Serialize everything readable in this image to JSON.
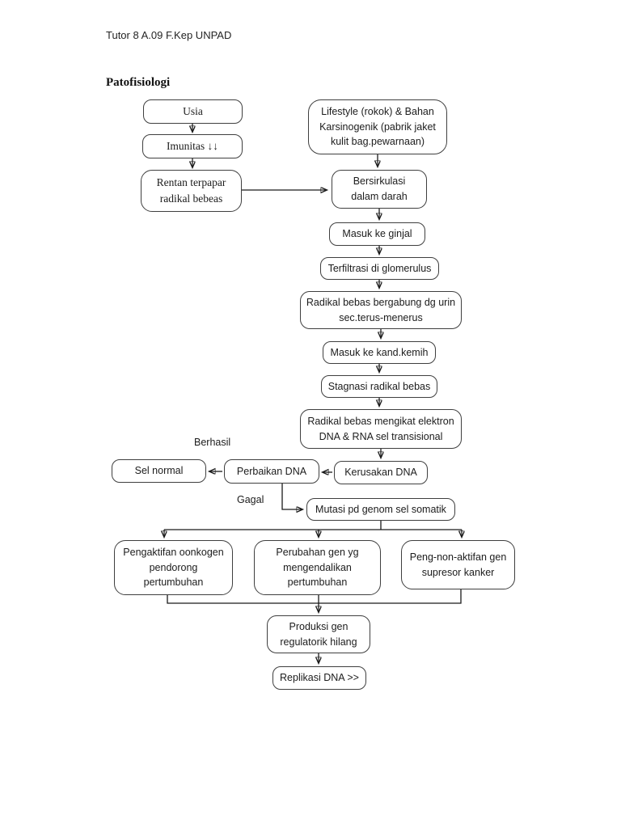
{
  "page": {
    "header": "Tutor 8 A.09 F.Kep UNPAD",
    "title": "Patofisiologi"
  },
  "colors": {
    "background": "#ffffff",
    "box_border": "#3f3f3f",
    "line": "#1a1a1a",
    "text": "#1c1c1c"
  },
  "nodes": {
    "usia": {
      "label": "Usia"
    },
    "imunitas": {
      "label": "Imunitas ↓↓"
    },
    "rentan": {
      "label": "Rentan terpapar\nradikal bebeas"
    },
    "lifestyle": {
      "label": "Lifestyle (rokok) & Bahan\nKarsinogenik (pabrik jaket\nkulit bag.pewarnaan)"
    },
    "bersirkulasi": {
      "label": "Bersirkulasi\ndalam darah"
    },
    "ginjal": {
      "label": "Masuk ke ginjal"
    },
    "terfiltrasi": {
      "label": "Terfiltrasi di glomerulus"
    },
    "bergabung": {
      "label": "Radikal bebas bergabung dg urin\nsec.terus-menerus"
    },
    "kandkemih": {
      "label": "Masuk ke kand.kemih"
    },
    "stagnasi": {
      "label": "Stagnasi radikal bebas"
    },
    "mengikat": {
      "label": "Radikal bebas mengikat elektron\nDNA & RNA sel transisional"
    },
    "selnormal": {
      "label": "Sel normal"
    },
    "perbaikan": {
      "label": "Perbaikan DNA"
    },
    "kerusakan": {
      "label": "Kerusakan DNA"
    },
    "mutasi": {
      "label": "Mutasi pd genom sel somatik"
    },
    "pengaktifan": {
      "label": "Pengaktifan oonkogen\npendorong\npertumbuhan"
    },
    "perubahan": {
      "label": "Perubahan gen yg\nmengendalikan\npertumbuhan"
    },
    "pengnon": {
      "label": "Peng-non-aktifan gen\nsupresor kanker"
    },
    "produksi": {
      "label": "Produksi gen\nregulatorik hilang"
    },
    "replikasi": {
      "label": "Replikasi DNA >>"
    }
  },
  "edge_labels": {
    "berhasil": "Berhasil",
    "gagal": "Gagal"
  },
  "edges": [
    {
      "from": "usia",
      "to": "imunitas"
    },
    {
      "from": "imunitas",
      "to": "rentan"
    },
    {
      "from": "rentan",
      "to": "bersirkulasi"
    },
    {
      "from": "lifestyle",
      "to": "bersirkulasi"
    },
    {
      "from": "bersirkulasi",
      "to": "ginjal"
    },
    {
      "from": "ginjal",
      "to": "terfiltrasi"
    },
    {
      "from": "terfiltrasi",
      "to": "bergabung"
    },
    {
      "from": "bergabung",
      "to": "kandkemih"
    },
    {
      "from": "kandkemih",
      "to": "stagnasi"
    },
    {
      "from": "stagnasi",
      "to": "mengikat"
    },
    {
      "from": "mengikat",
      "to": "kerusakan"
    },
    {
      "from": "kerusakan",
      "to": "perbaikan"
    },
    {
      "from": "perbaikan",
      "to": "selnormal",
      "label": "Berhasil"
    },
    {
      "from": "perbaikan",
      "to": "mutasi",
      "label": "Gagal"
    },
    {
      "from": "mutasi",
      "to": "pengaktifan"
    },
    {
      "from": "mutasi",
      "to": "perubahan"
    },
    {
      "from": "mutasi",
      "to": "pengnon"
    },
    {
      "from": "pengaktifan",
      "to": "produksi"
    },
    {
      "from": "perubahan",
      "to": "produksi"
    },
    {
      "from": "pengnon",
      "to": "produksi"
    },
    {
      "from": "produksi",
      "to": "replikasi"
    }
  ]
}
